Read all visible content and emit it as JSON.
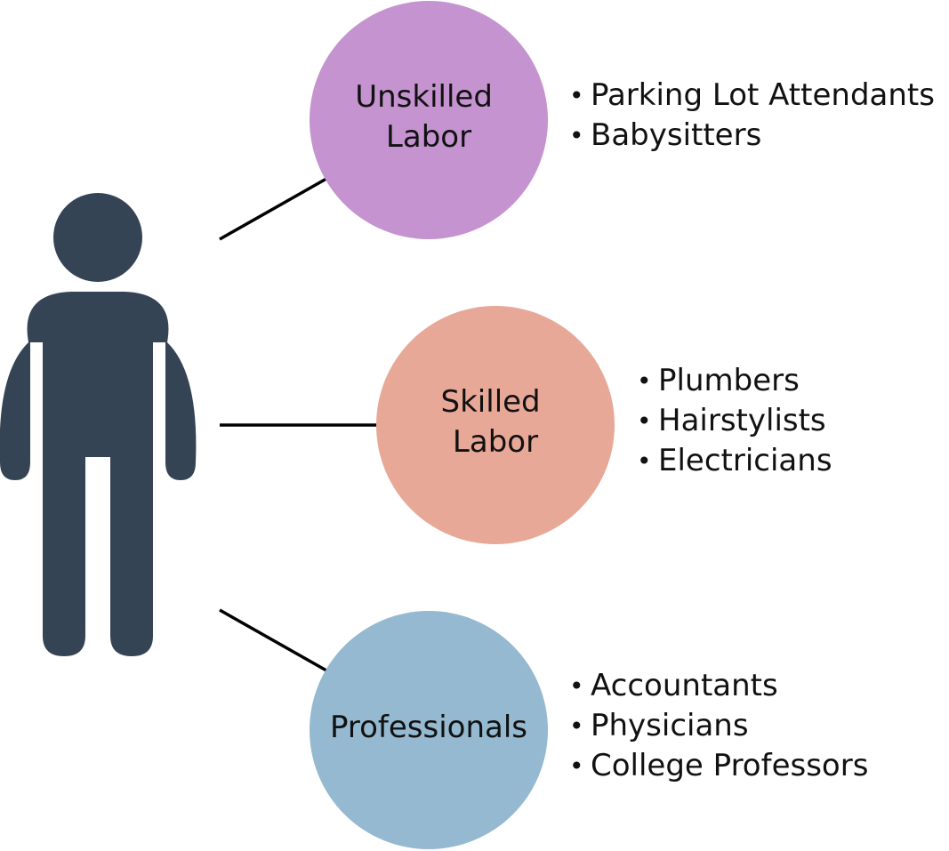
{
  "colors": {
    "person": "#354455",
    "connector": "#000000",
    "unskilled": "#c594d0",
    "skilled": "#e8a898",
    "professionals": "#94b9d0"
  },
  "icons": {
    "person": "person-icon"
  },
  "categories": [
    {
      "id": "unskilled",
      "label_lines": [
        "Unskilled",
        "Labor"
      ],
      "examples": [
        "Parking Lot Attendants",
        "Babysitters"
      ]
    },
    {
      "id": "skilled",
      "label_lines": [
        "Skilled",
        "Labor"
      ],
      "examples": [
        "Plumbers",
        "Hairstylists",
        "Electricians"
      ]
    },
    {
      "id": "professionals",
      "label_lines": [
        "Professionals"
      ],
      "examples": [
        "Accountants",
        "Physicians",
        "College Professors"
      ]
    }
  ]
}
